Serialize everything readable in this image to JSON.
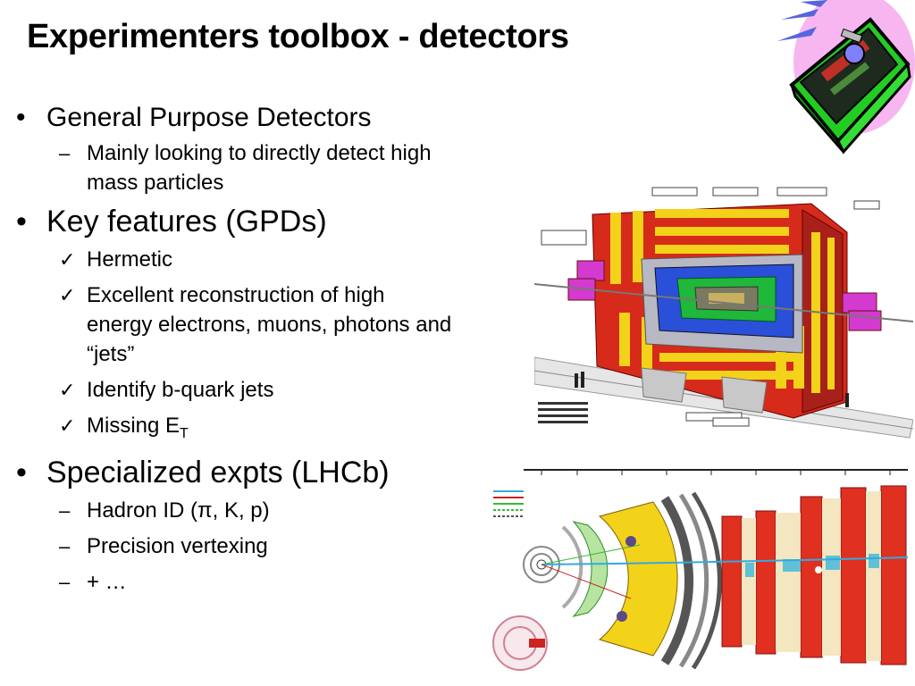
{
  "slide": {
    "title": "Experimenters toolbox - detectors",
    "sections": [
      {
        "heading": "General Purpose Detectors",
        "items": [
          "Mainly looking to directly detect high mass particles"
        ]
      },
      {
        "heading": "Key features (GPDs)",
        "items": [
          "Hermetic",
          "Excellent reconstruction of high energy electrons, muons, photons and “jets”",
          "Identify b-quark jets"
        ],
        "missing_et": {
          "main": "Missing E",
          "subscript": "T"
        }
      },
      {
        "heading": "Specialized expts (LHCb)",
        "items": [
          "Hadron ID (π, K, p)",
          "Precision vertexing",
          "+ …"
        ]
      }
    ],
    "bullet_glyphs": {
      "level1": "•",
      "dash": "–",
      "check": "✓"
    }
  },
  "icons": {
    "toolbox": "toolbox-clipart-icon"
  },
  "colors": {
    "toolbox_green": "#22cc22",
    "toolbox_bg_pink": "#f7b6f0",
    "detector_red": "#d62a1b",
    "detector_yellow": "#f3d21a",
    "detector_blue": "#2a4fd8",
    "magenta": "#d43ad0"
  }
}
